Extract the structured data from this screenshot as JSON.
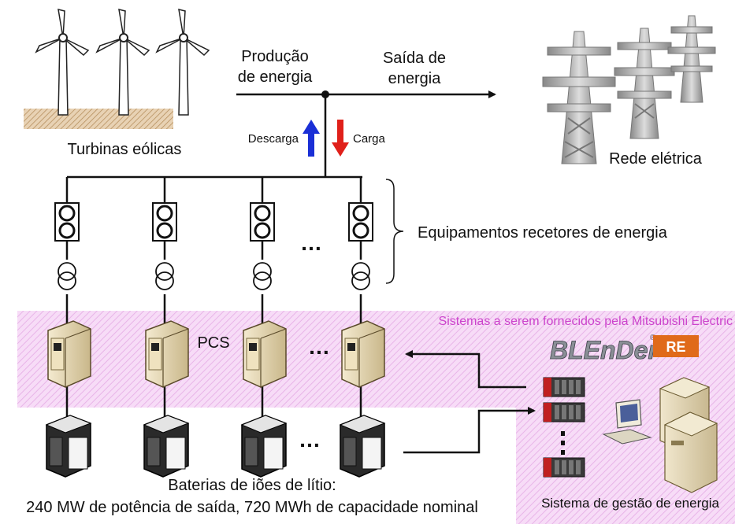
{
  "turbines": {
    "label": "Turbinas eólicas"
  },
  "production": {
    "line1": "Produção",
    "line2": "de energia"
  },
  "output": {
    "line1": "Saída de",
    "line2": "energia"
  },
  "grid": {
    "label": "Rede elétrica"
  },
  "flow": {
    "discharge": "Descarga",
    "charge": "Carga"
  },
  "receivers": {
    "label": "Equipamentos recetores de energia"
  },
  "supply_scope": {
    "label": "Sistemas a serem fornecidos pela Mitsubishi Electric"
  },
  "pcs": {
    "label": "PCS"
  },
  "ellipsis": "…",
  "logo": {
    "text": "BLEnDer",
    "badge": "RE",
    "mark": "®"
  },
  "batteries": {
    "line1": "Baterias de iões de lítio:",
    "line2": "240 MW de potência de saída, 720 MWh de capacidade nominal"
  },
  "ems": {
    "label": "Sistema de gestão de energia"
  },
  "colors": {
    "discharge_arrow": "#1a2fd6",
    "charge_arrow": "#e0201a",
    "supply_zone": "#f2d0f2",
    "logo_badge": "#e06a1a"
  }
}
